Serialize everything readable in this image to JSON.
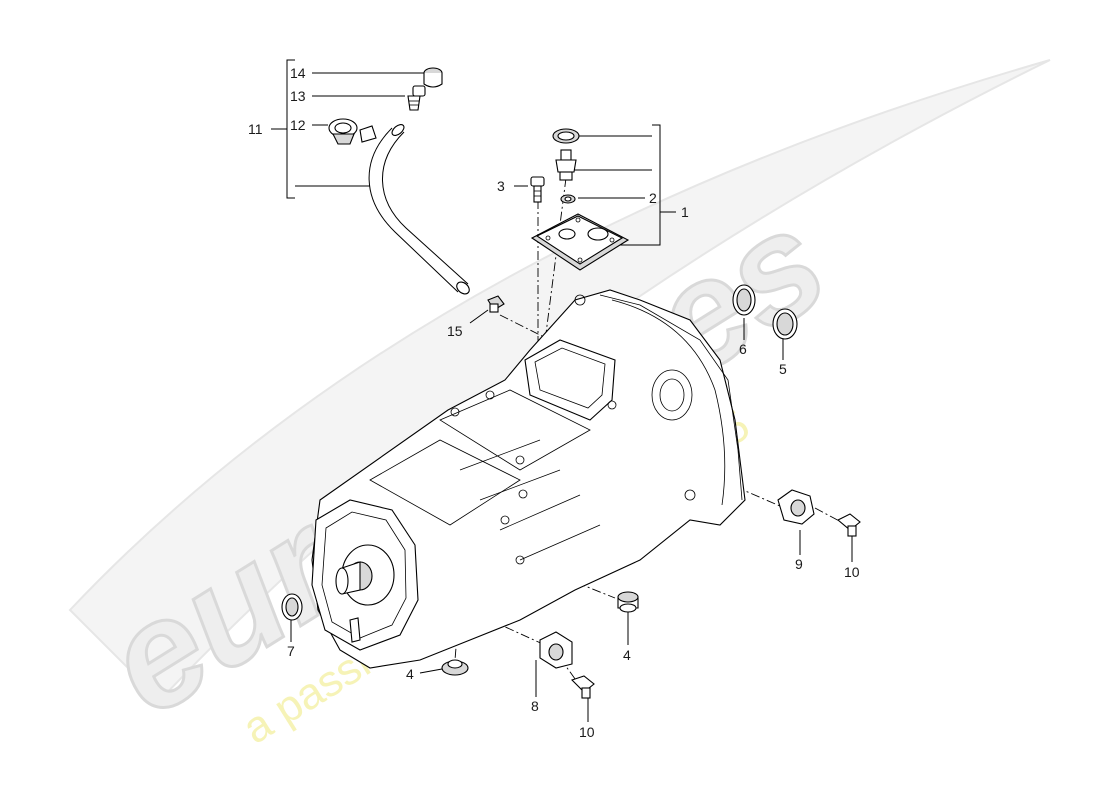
{
  "watermark": {
    "brand": "eurospares",
    "tagline": "a passion for parts since 1985"
  },
  "labels": {
    "l1": "1",
    "l2": "2",
    "l3": "3",
    "l4a": "4",
    "l4b": "4",
    "l5": "5",
    "l6": "6",
    "l7": "7",
    "l8": "8",
    "l9": "9",
    "l10a": "10",
    "l10b": "10",
    "l11": "11",
    "l12": "12",
    "l13": "13",
    "l14": "14",
    "l15": "15"
  }
}
